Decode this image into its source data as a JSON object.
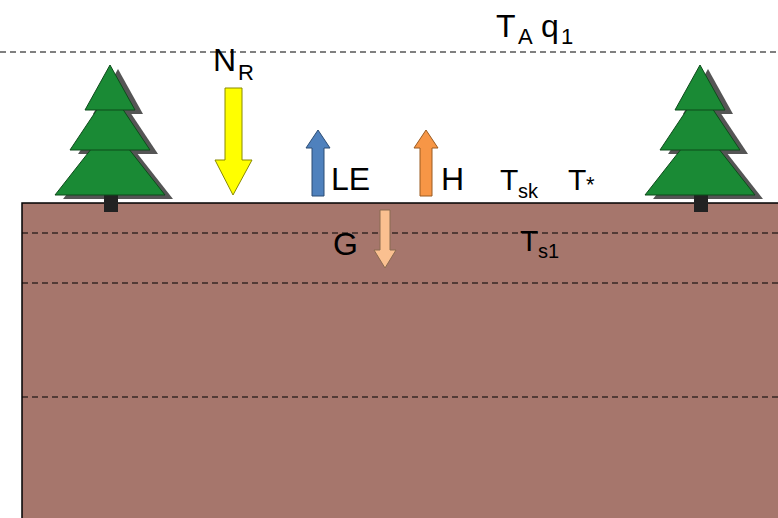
{
  "diagram": {
    "labels": [
      "T",
      "A",
      "q",
      "1",
      "N",
      "R",
      "LE",
      "H",
      "T",
      "sk",
      "T",
      "*",
      "G",
      "T",
      "s1"
    ]
  }
}
